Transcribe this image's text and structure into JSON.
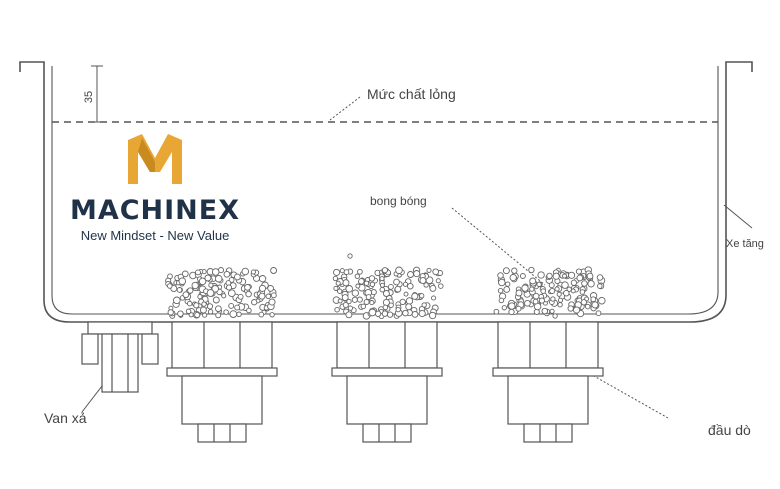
{
  "dimension_label": "35",
  "labels": {
    "liquid_level": "Mức chất lỏng",
    "bubbles": "bong bóng",
    "tank": "Xe tăng",
    "drain_valve": "Van xả",
    "transducer": "đầu dò"
  },
  "logo": {
    "brand": "MACHINEX",
    "tagline": "New Mindset - New Value",
    "colors": {
      "mark": "#e8a735",
      "text": "#1f3247"
    }
  }
}
